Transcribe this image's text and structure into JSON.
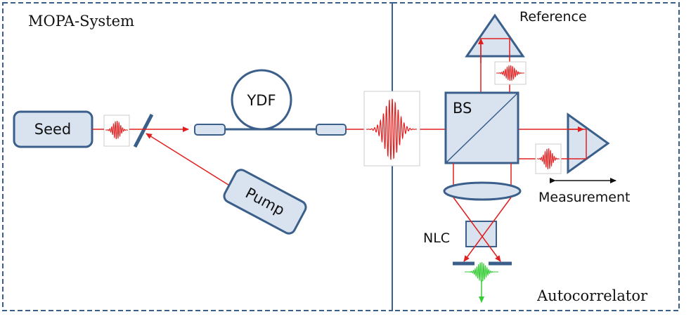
{
  "labels": {
    "mopa_system": "MOPA-System",
    "autocorrelator": "Autocorrelator",
    "seed": "Seed",
    "pump": "Pump",
    "ydf": "YDF",
    "bs": "BS",
    "reference": "Reference",
    "measurement": "Measurement",
    "nlc": "NLC"
  },
  "colors": {
    "frame": "#3a5f8a",
    "component_fill": "#d9e3f0",
    "component_stroke": "#3a5f8a",
    "beam": "#e02020",
    "pulse_red": "#e02020",
    "pulse_green": "#33cc33",
    "fiber": "#3a5f8a",
    "arrow": "#111111"
  }
}
